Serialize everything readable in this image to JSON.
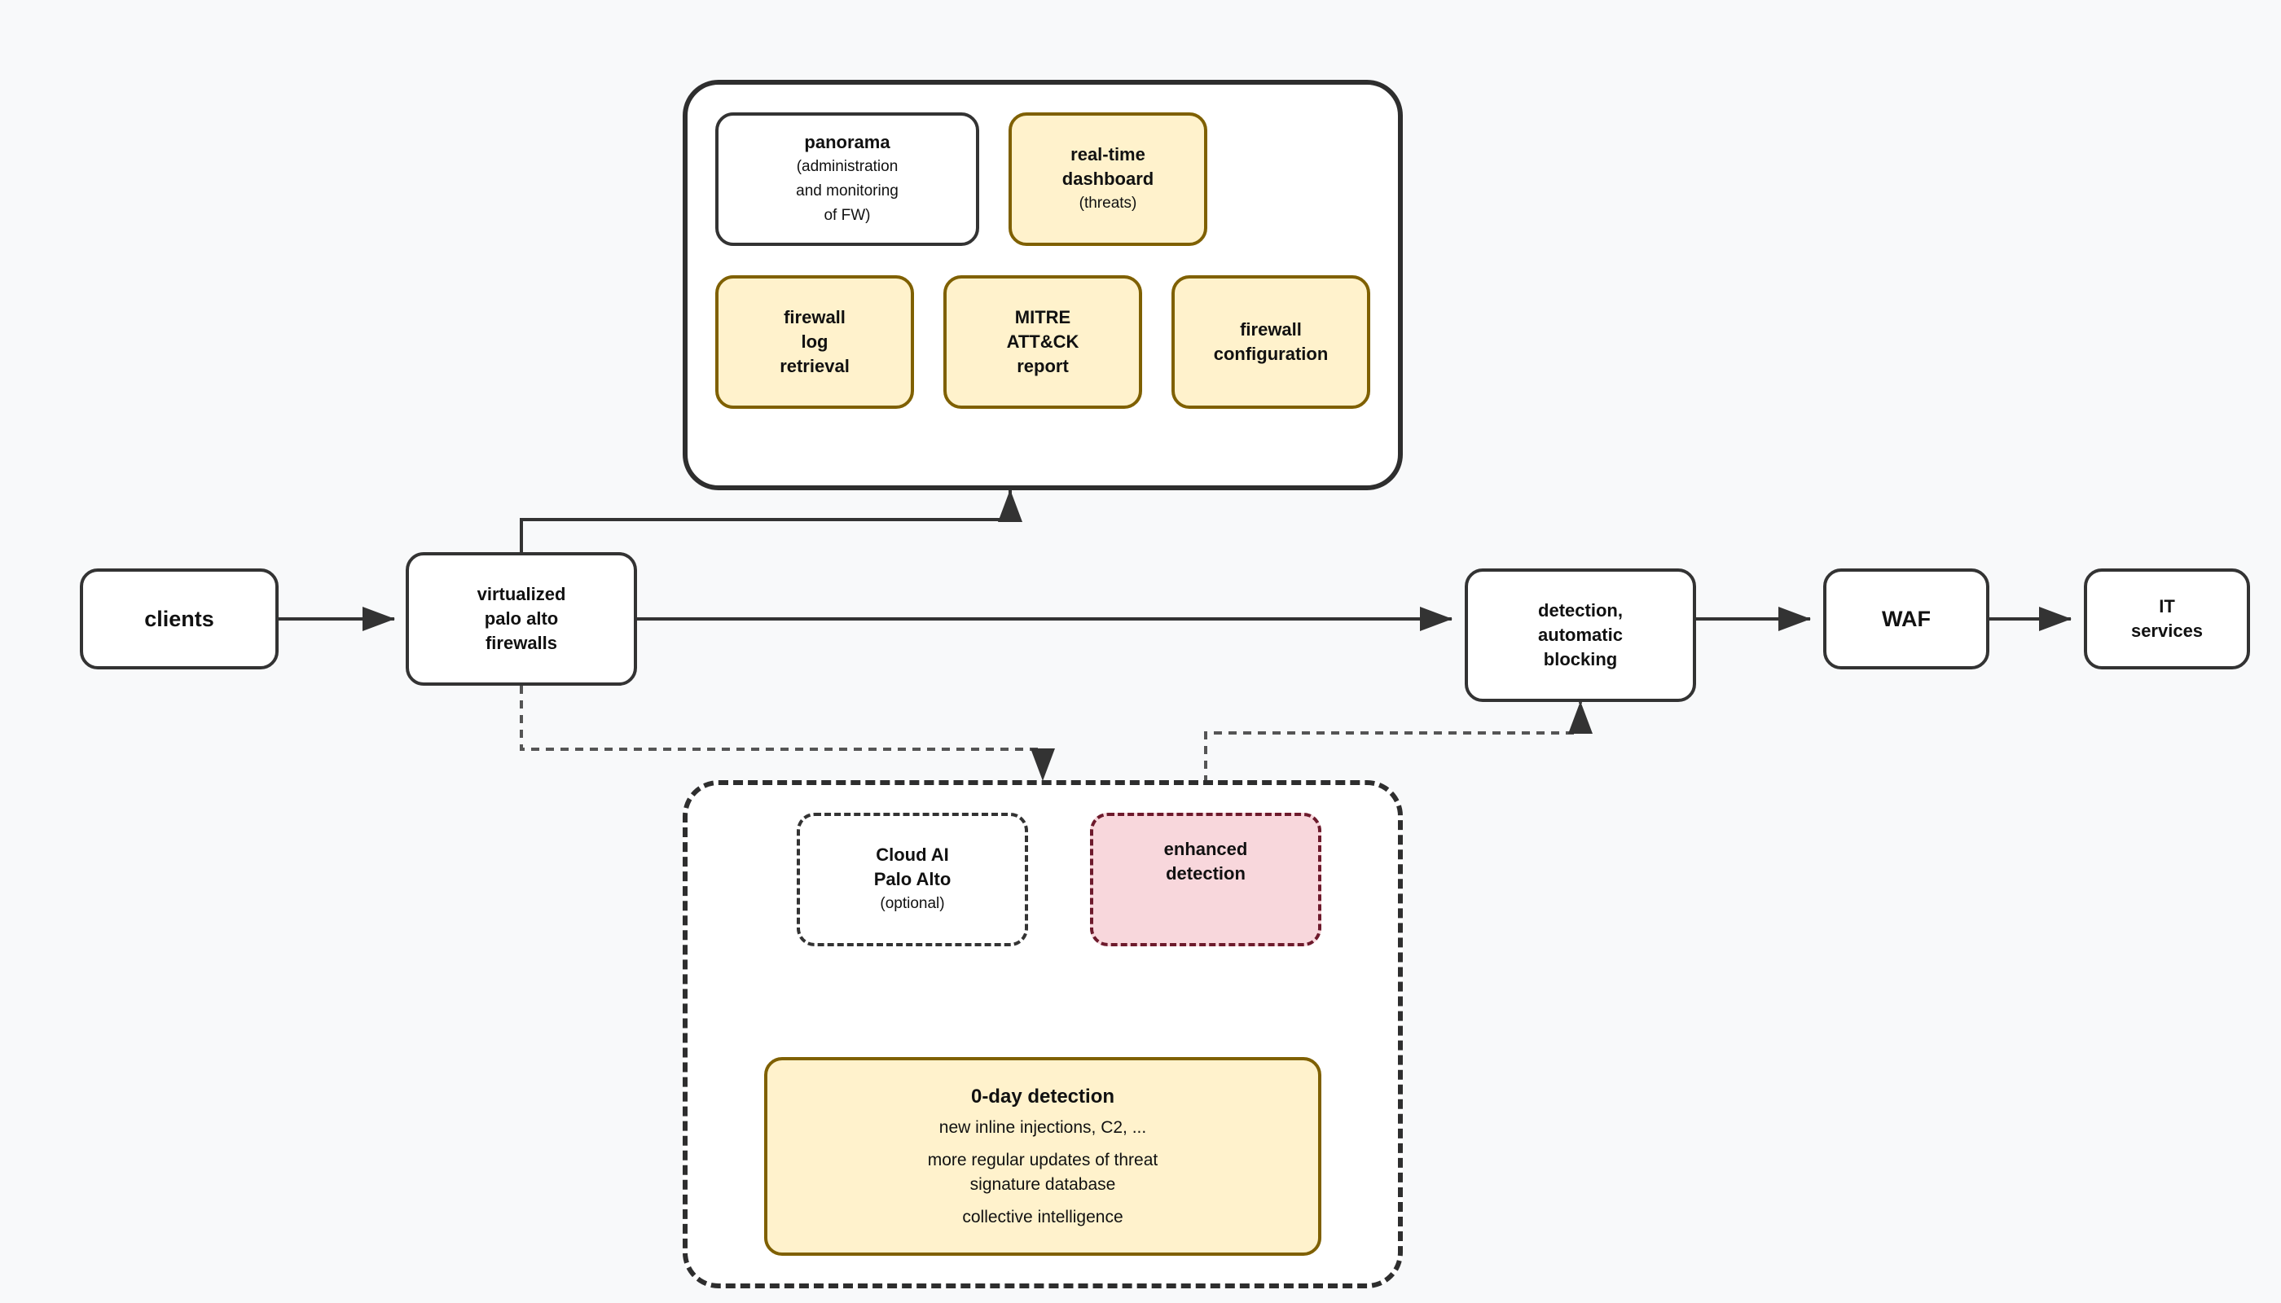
{
  "top_group": {
    "panorama": {
      "title": "panorama",
      "subtitle": "(administration\nand monitoring\nof FW)"
    },
    "dashboard": {
      "title": "real-time\ndashboard",
      "subtitle": "(threats)"
    },
    "log_retrieval": {
      "title": "firewall\nlog\nretrieval"
    },
    "mitre_report": {
      "title": "MITRE\nATT&CK\nreport"
    },
    "fw_config": {
      "title": "firewall\nconfiguration"
    }
  },
  "flow": {
    "clients": "clients",
    "firewalls": "virtualized\npalo alto\nfirewalls",
    "detection": "detection,\nautomatic\nblocking",
    "waf": "WAF",
    "it_services": "IT\nservices"
  },
  "bottom_group": {
    "cloud_ai": {
      "title": "Cloud AI\nPalo Alto",
      "subtitle": "(optional)"
    },
    "enhanced": {
      "title": "enhanced\ndetection"
    },
    "zero_day": {
      "title": "0-day detection",
      "items": [
        "new inline injections, C2, ...",
        "more regular updates of threat\nsignature database",
        "collective intelligence"
      ]
    }
  },
  "colors": {
    "line": "#333333",
    "yellow_fill": "#fff2cc",
    "yellow_border": "#7f6000",
    "pink_fill": "#f8d7dc",
    "pink_border": "#6d1a2c",
    "background": "#f8f9fa"
  }
}
